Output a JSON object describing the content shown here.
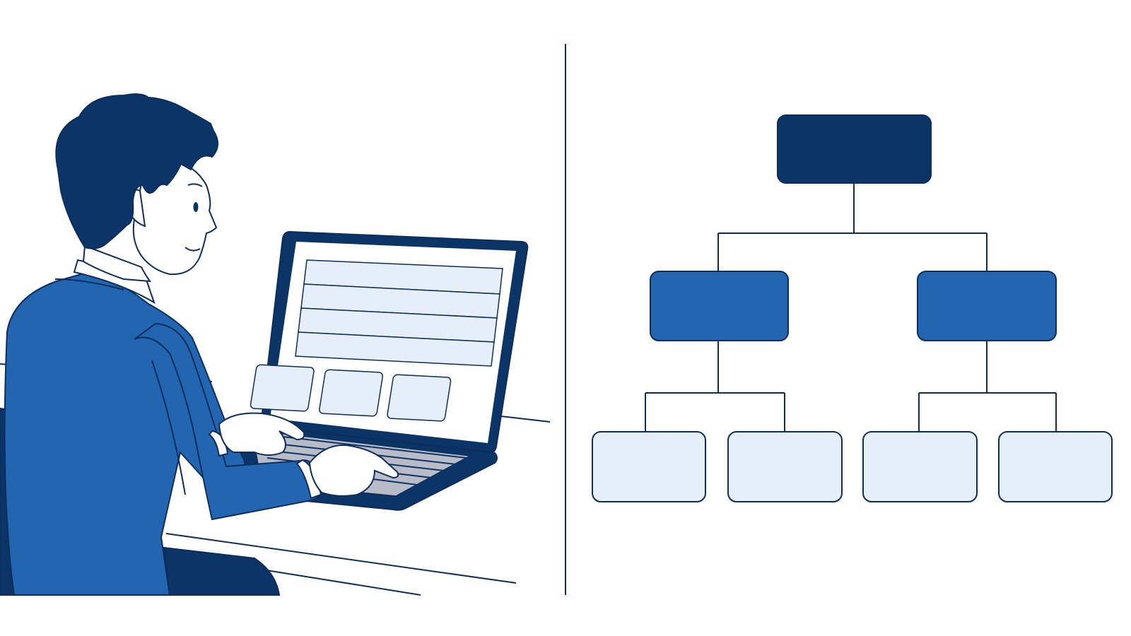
{
  "colors": {
    "navy": "#0b3566",
    "blue": "#2266b1",
    "pale": "#e6eef9",
    "outline": "#0d2d5c",
    "keyboard_gray": "#b9bcc7",
    "white": "#ffffff"
  },
  "icons": {
    "person": "person-at-laptop-illustration",
    "chair": "office-chair-icon",
    "laptop": "laptop-icon",
    "desk": "desk-icon"
  },
  "org_chart": {
    "root": {
      "level": "top"
    },
    "managers": [
      {
        "id": "left-manager",
        "reports": 2
      },
      {
        "id": "right-manager",
        "reports": 2
      }
    ]
  }
}
